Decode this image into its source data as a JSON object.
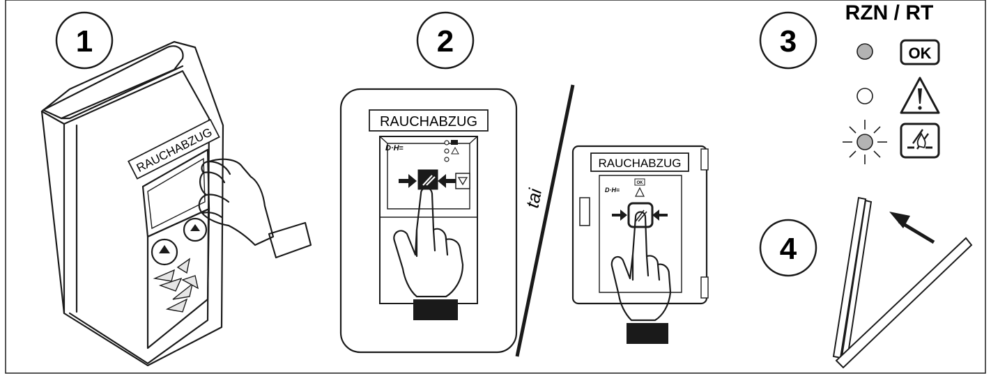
{
  "steps": {
    "s1": "1",
    "s2": "2",
    "s3": "3",
    "s4": "4"
  },
  "panel1": {
    "device_label": "RAUCHABZUG"
  },
  "panel2": {
    "device_label": "RAUCHABZUG",
    "brand": "D·H≡",
    "or_text": "tai",
    "device2_label": "RAUCHABZUG",
    "brand2": "D·H≡",
    "ok_small": "OK"
  },
  "panel3": {
    "title": "RZN / RT",
    "ok_label": "OK",
    "states": [
      {
        "led": "grey-filled",
        "icon": "ok-icon"
      },
      {
        "led": "empty",
        "icon": "warning-icon"
      },
      {
        "led": "grey-blinking",
        "icon": "fire-icon"
      }
    ]
  },
  "colors": {
    "line": "#1a1a1a",
    "led_grey": "#b3b3b3",
    "screen_grey": "#e6e6e6",
    "cuff": "#1a1a1a"
  }
}
